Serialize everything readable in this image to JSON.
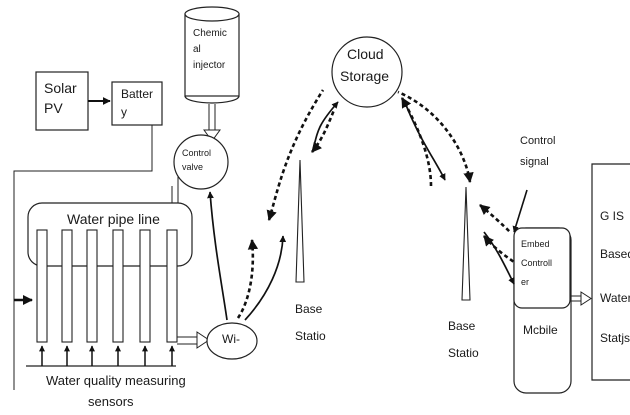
{
  "labels": {
    "solar_line1": "Solar",
    "solar_line2": "PV",
    "battery_line1": "Batter",
    "battery_line2": "y",
    "chemical_line1": "Chemic",
    "chemical_line2": "al",
    "chemical_line3": "injector",
    "control_valve_line1": "Control",
    "control_valve_line2": "valve",
    "cloud_line1": "Cloud",
    "cloud_line2": "Storage",
    "water_pipe_line": "Water pipe line",
    "wifi": "Wi-",
    "base_station_left_line1": "Base",
    "base_station_left_line2": "Statio",
    "base_station_right_line1": "Base",
    "base_station_right_line2": "Statio",
    "control_signal_line1": "Control",
    "control_signal_line2": "signal",
    "embed_line1": "Embed",
    "embed_line2": "Controll",
    "embed_line3": "er",
    "mobile": "Mcbile",
    "gis_line1": "G IS",
    "gis_line2": "Based",
    "gis_line3": "Water",
    "gis_line4": "Statjs",
    "sensors_line1": "Water quality measuring",
    "sensors_line2": "sensors"
  }
}
